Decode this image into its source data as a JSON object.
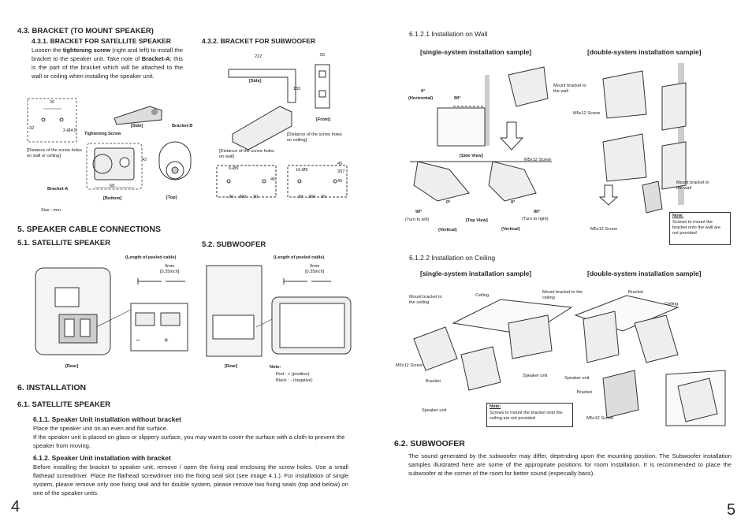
{
  "left": {
    "s43": "4.3. BRACKET (TO MOUNT SPEAKER)",
    "s431": "4.3.1. BRACKET FOR SATELLITE SPEAKER",
    "s431_p1": "Loosen the ",
    "s431_p1_bold": "tightening screw",
    "s431_p2": " (right and left) to install the bracket to the speaker unit. Take note of ",
    "s431_p2_bold": "Bracket-A",
    "s431_p3": "; this is the part of the bracket which will be attached to the wall or ceiling when installing the speaker unit.",
    "s432": "4.3.2. BRACKET FOR SUBWOOFER",
    "sat_fig": {
      "dim_20": "20",
      "dim_32": "32",
      "dim_holes": "2-Ø4.5",
      "distance_note": "[Distance of the screw holes on wall or ceiling]",
      "side": "[Side]",
      "bracket_b": "Bracket-B",
      "tightening": "Tightening Screw",
      "dim_42": "42",
      "dim_68": "68",
      "bracket_a": "Bracket-A",
      "bottom": "[Bottom]",
      "top": "[Top]",
      "size": "Size : mm"
    },
    "sub_fig": {
      "dim_222": "222",
      "dim_55": "55",
      "dim_155": "155",
      "side": "[Side]",
      "front": "[Front]",
      "distance_ceiling": "[Distance of the screw holes on ceiling]",
      "distance_wall": "[Distance of the screw holes on wall]",
      "holes_6": "6-Ø9",
      "holes_16": "16-Ø9",
      "d30a": "30",
      "d360a": "360",
      "d30b": "30",
      "d30c": "30",
      "d360b": "360",
      "d30d": "30",
      "d45": "45",
      "d45b": "45",
      "d397": "397",
      "d45c": "45"
    },
    "s5": "5.  SPEAKER CABLE CONNECTIONS",
    "s51": "5.1. SATELLITE SPEAKER",
    "s52": "5.2. SUBWOOFER",
    "peeled1": "(Length of peeled cable)",
    "peeled2": "(Length of peeled cable)",
    "mm1": "9mm",
    "inch1": "[0.35inch]",
    "mm2": "9mm",
    "inch2": "[0.35inch]",
    "minus": "−",
    "plus": "+",
    "rear1": "[Rear]",
    "rear2": "[Rear]",
    "note_title": "Note:",
    "note_red": "Red    : + (positive)",
    "note_black": "Black : - (negative)",
    "s6": "6.  INSTALLATION",
    "s61": "6.1.  SATELLITE SPEAKER",
    "s611": "6.1.1. Speaker Unit installation without bracket",
    "s611_p1": "Place the speaker unit on an even and flat surface.",
    "s611_p2": "If the speaker unit is placed on glass or slippery surface, you may want to cover the surface with a cloth to prevent the speaker from moving.",
    "s612": "6.1.2. Speaker Unit installation with bracket",
    "s612_p": "Before installing the bracket to speaker unit, remove / open the fixing seal enclosing the screw holes. Use a small flathead screwdriver. Place the flathead screwdriver into the fixing seal slot (see image 4.1.). For installation of single system, please remove only one fixing seal and for double system, please remove two fixing seals (top and below) on one of the speaker units.",
    "page": "4"
  },
  "right": {
    "s6121": "6.1.2.1 Installation on Wall",
    "single1": "[single-system installation sample]",
    "double1": "[double-system installation sample]",
    "horizontal_0": "0°",
    "horizontal": "(Horizontal)",
    "deg90": "90°",
    "mount_wall": "Mount bracket to the wall",
    "m5x12a": "M5x12 Screw",
    "m5x12b": "M5x12 Screw",
    "side_view": "[Side View]",
    "deg90_left": "90°",
    "turn_left": "(Turn to left)",
    "v0a": "0°",
    "vertical_a": "(Vertical)",
    "top_view": "[Top View]",
    "deg90_right": "90°",
    "turn_right": "(Turn to right)",
    "v0b": "0°",
    "vertical_b": "(Vertical)",
    "mount_wall2": "Mount bracket to the wall",
    "m5x12c": "M5x12 Screw",
    "note1_title": "Note:",
    "note1": "Screws to mount the bracket onto the wall are not provided",
    "s6122": "6.1.2.2 Installation on Ceiling",
    "single2": "[single-system installation sample]",
    "double2": "[double-system installation sample]",
    "mount_ceiling1": "Mount bracket to the ceiling",
    "ceiling1": "Ceiling",
    "mount_ceiling2": "Mount bracket to the ceiling",
    "bracket1": "Bracket",
    "ceiling2": "Ceiling",
    "m5x12d": "M5x12 Screw",
    "bracket2": "Bracket",
    "speaker_unit1": "Speaker unit",
    "speaker_unit2": "Speaker unit",
    "bracket3": "Bracket",
    "speaker_unit3": "Speaker unit",
    "note2_title": "Note:",
    "note2": "Screws to mount the bracket onto the ceiling are not provided",
    "m5x12e": "M5x12 Screw",
    "s62": "6.2. SUBWOOFER",
    "s62_p": "The sound generated by the subwoofer may differ, depending upon the mounting position. The Subwoofer installation samples illustrated here are some of the appropriate positions for room installation. It is recommended to place the subwoofer at the corner of the room for better sound (especially bass).",
    "page": "5"
  }
}
